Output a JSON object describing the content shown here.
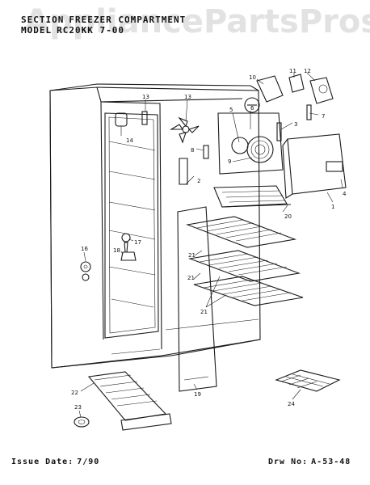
{
  "header": {
    "section_label": "SECTION",
    "section_value": "FREEZER COMPARTMENT",
    "model_label": "MODEL",
    "model_value": "RC20KK 7-00"
  },
  "watermark": "AppliancePartsPros.com",
  "footer": {
    "issue_label": "Issue Date:",
    "issue_value": "7/90",
    "drawing_label": "Drw No:",
    "drawing_value": "A-53-48"
  },
  "part_numbers": [
    "1",
    "2",
    "3",
    "4",
    "5",
    "6",
    "7",
    "8",
    "9",
    "10",
    "11",
    "12",
    "13",
    "13",
    "14",
    "16",
    "17",
    "18",
    "19",
    "20",
    "21",
    "21",
    "21",
    "22",
    "23",
    "24"
  ],
  "colors": {
    "line": "#1a1a1a",
    "watermark": "#bebebe",
    "background": "#ffffff"
  }
}
